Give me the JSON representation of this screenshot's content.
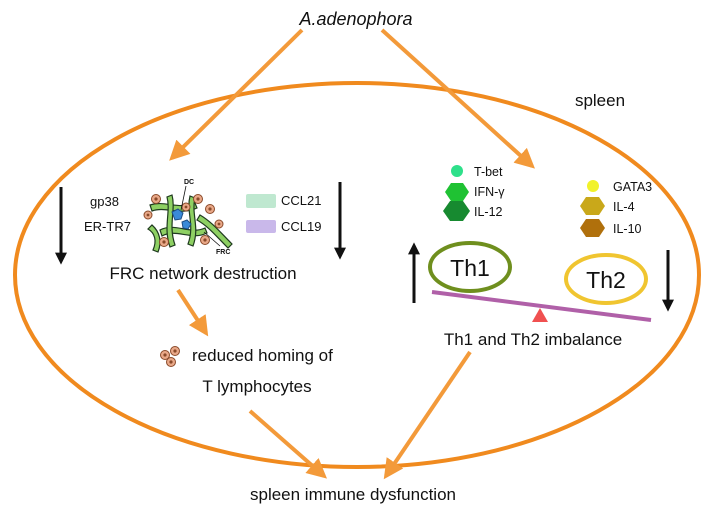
{
  "source": {
    "name": "A.adenophora"
  },
  "organ": {
    "label": "spleen"
  },
  "frc": {
    "markers": [
      "gp38",
      "ER-TR7"
    ],
    "markers_trend": "down",
    "chemokines": [
      {
        "label": "CCL21",
        "color": "#bfe8d0"
      },
      {
        "label": "CCL19",
        "color": "#c9b8ea"
      }
    ],
    "chemokines_trend": "down",
    "mini_labels": {
      "dc": "DC",
      "frc": "FRC"
    },
    "caption": "FRC network destruction"
  },
  "homing": {
    "line1": "reduced homing of",
    "line2": "T lymphocytes"
  },
  "th1_factors": [
    {
      "label": "T-bet",
      "color": "#2ee08a",
      "shape": "circle"
    },
    {
      "label": "IFN-γ",
      "color": "#1fc233",
      "shape": "hexagon"
    },
    {
      "label": "IL-12",
      "color": "#178a30",
      "shape": "hexagon"
    }
  ],
  "th2_factors": [
    {
      "label": "GATA3",
      "color": "#f1f22a",
      "shape": "circle"
    },
    {
      "label": "IL-4",
      "color": "#c9a81a",
      "shape": "hexagon"
    },
    {
      "label": "IL-10",
      "color": "#b0700c",
      "shape": "hexagon"
    }
  ],
  "th1": {
    "label": "Th1",
    "color": "#6f8f1e",
    "trend": "up"
  },
  "th2": {
    "label": "Th2",
    "color": "#f0c530",
    "trend": "down"
  },
  "balance": {
    "caption": "Th1 and Th2 imbalance",
    "beam_color": "#b060a8",
    "pivot_color": "#f05050"
  },
  "outcome": {
    "label": "spleen immune dysfunction"
  },
  "colors": {
    "arrow": "#f39a3a",
    "ellipse": "#f08a1e",
    "trend_arrow": "#111111"
  }
}
